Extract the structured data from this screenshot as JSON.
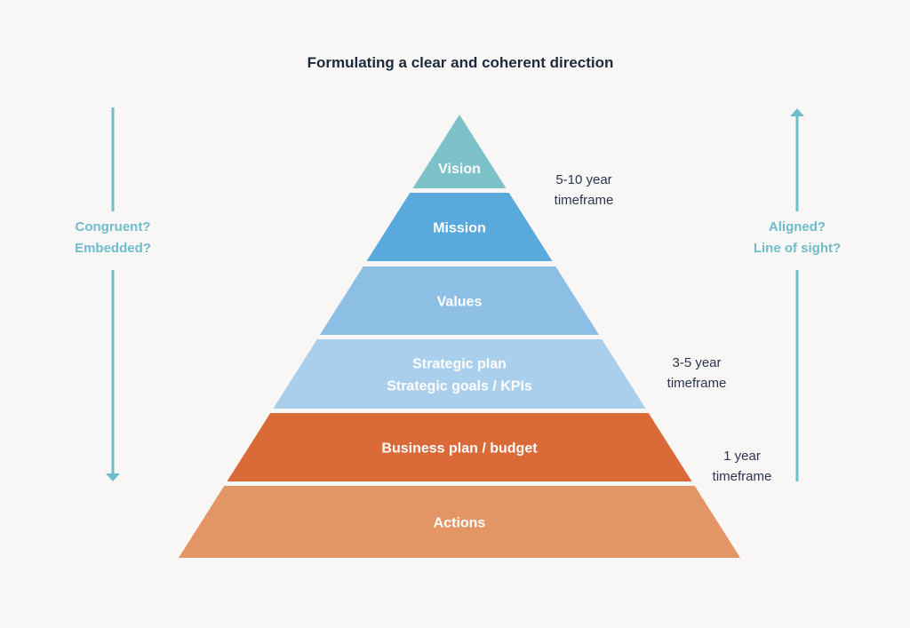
{
  "title": "Formulating a clear and coherent direction",
  "colors": {
    "background": "#f8f7f6",
    "title": "#1e2a3b",
    "side_accent": "#6fbccb",
    "timeframe_text": "#2b3550",
    "tier_text": "#ffffff"
  },
  "tiers": [
    {
      "id": "vision",
      "lines": [
        "Vision"
      ],
      "color": "#7ec2c9"
    },
    {
      "id": "mission",
      "lines": [
        "Mission"
      ],
      "color": "#59a9dc"
    },
    {
      "id": "values",
      "lines": [
        "Values"
      ],
      "color": "#8dbfe5"
    },
    {
      "id": "strategic-plan",
      "lines": [
        "Strategic plan",
        "Strategic goals / KPIs"
      ],
      "color": "#a9cfec"
    },
    {
      "id": "business-plan",
      "lines": [
        "Business plan / budget"
      ],
      "color": "#db6a39"
    },
    {
      "id": "actions",
      "lines": [
        "Actions"
      ],
      "color": "#e39565"
    }
  ],
  "left_side": {
    "lines": [
      "Congruent?",
      "Embedded?"
    ],
    "arrow_direction": "down"
  },
  "right_side": {
    "lines": [
      "Aligned?",
      "Line of sight?"
    ],
    "arrow_direction": "up"
  },
  "timeframes": [
    {
      "id": "5-10-year",
      "lines": [
        "5-10 year",
        "timeframe"
      ]
    },
    {
      "id": "3-5-year",
      "lines": [
        "3-5 year",
        "timeframe"
      ]
    },
    {
      "id": "1-year",
      "lines": [
        "1 year",
        "timeframe"
      ]
    }
  ]
}
